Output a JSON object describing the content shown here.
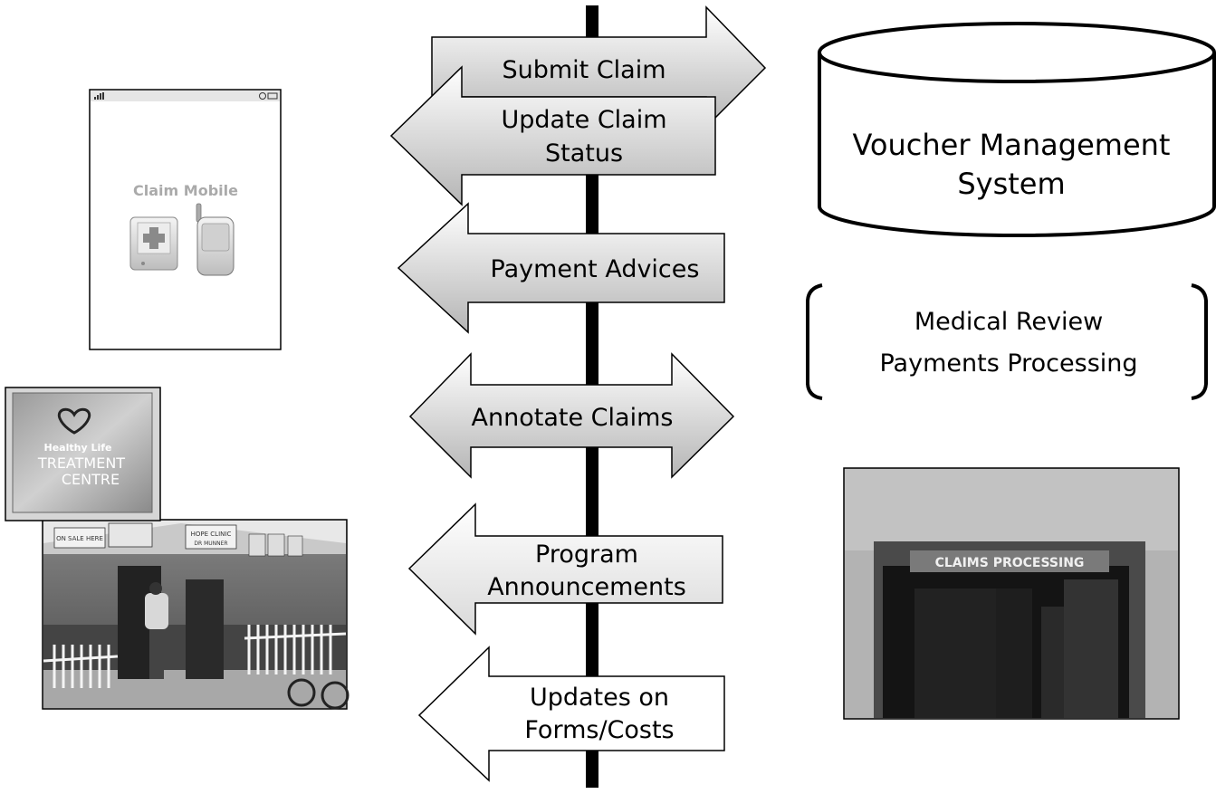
{
  "arrows": {
    "submit_claim": "Submit Claim",
    "update_claim_status": [
      "Update Claim",
      "Status"
    ],
    "payment_advices": "Payment Advices",
    "annotate_claims": "Annotate Claims",
    "program_announcements": [
      "Program",
      "Announcements"
    ],
    "updates_on_forms": [
      "Updates on",
      "Forms/Costs"
    ]
  },
  "database": {
    "label": [
      "Voucher Management",
      "System"
    ]
  },
  "review_box": {
    "lines": [
      "Medical Review",
      "Payments Processing"
    ]
  },
  "phone": {
    "app_title": "Claim Mobile"
  },
  "photos": {
    "sign_text": [
      "Healthy Life",
      "TREATMENT",
      "CENTRE"
    ],
    "clinic_signs": [
      "ON SALE HERE",
      "HOPE CLINIC",
      "DR MUNNER"
    ],
    "door_sign": "CLAIMS PROCESSING"
  },
  "colors": {
    "arrow_fill_top": "#ffffff",
    "arrow_fill_bottom": "#b8b8b8",
    "stroke": "#000000",
    "pole": "#000000"
  }
}
